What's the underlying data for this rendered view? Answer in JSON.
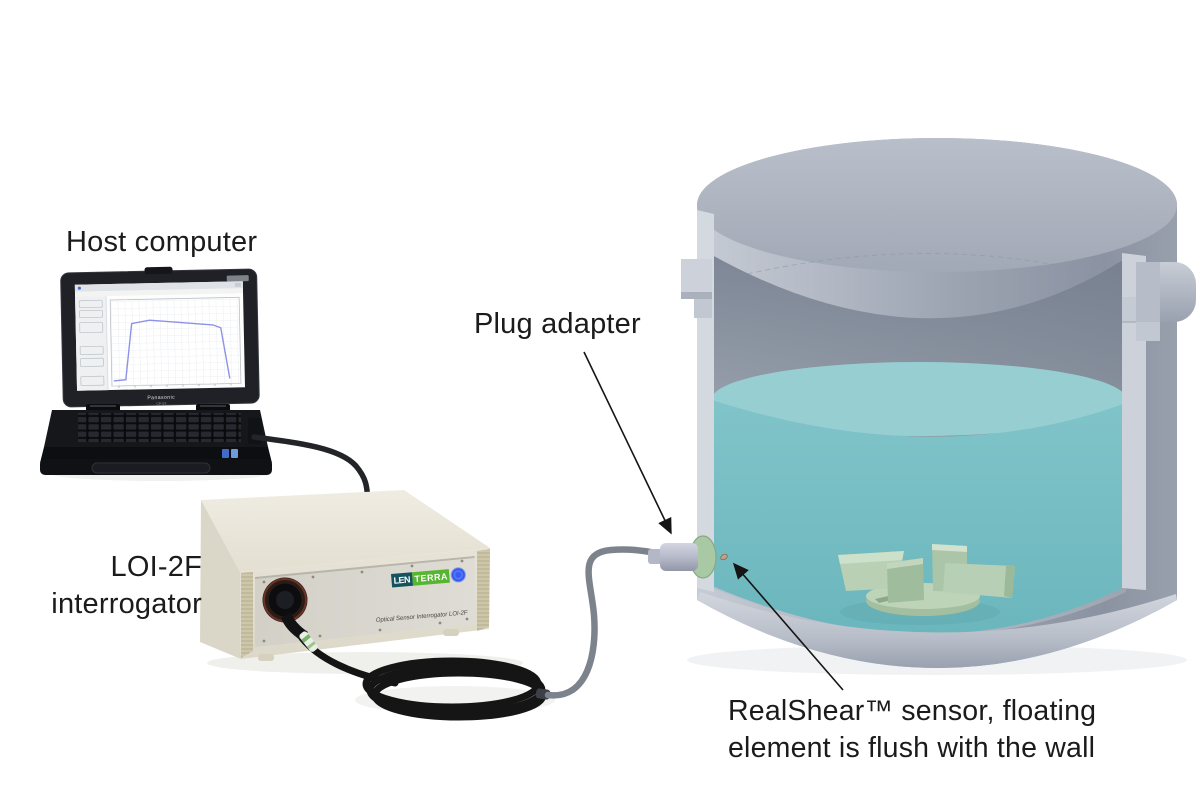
{
  "diagram": {
    "labels": {
      "host_computer": "Host computer",
      "plug_adapter": "Plug adapter",
      "interrogator_line1": "LOI-2F",
      "interrogator_line2": "interrogator",
      "sensor_line1": "RealShear™ sensor, floating",
      "sensor_line2": "element is flush with the wall"
    },
    "laptop": {
      "brand": "Panasonic",
      "model": "CF-53"
    },
    "interrogator": {
      "logo_left": "LEN",
      "logo_right": "TERRA",
      "panel_text": "Optical Sensor Interrogator LOI-2F"
    },
    "colors": {
      "text": "#1b1b1b",
      "tank_gray": "#9aa2b0",
      "liquid_teal": "#7cc1c6",
      "impeller_green": "#b9d0b5",
      "adapter_green": "#a9c8a4",
      "box_cream": "#e8e4d7",
      "logo_teal": "#15525e",
      "logo_green": "#57b531",
      "led_blue": "#2b50f0",
      "cable_black": "#141414",
      "cable_gray": "#7d838d"
    }
  }
}
